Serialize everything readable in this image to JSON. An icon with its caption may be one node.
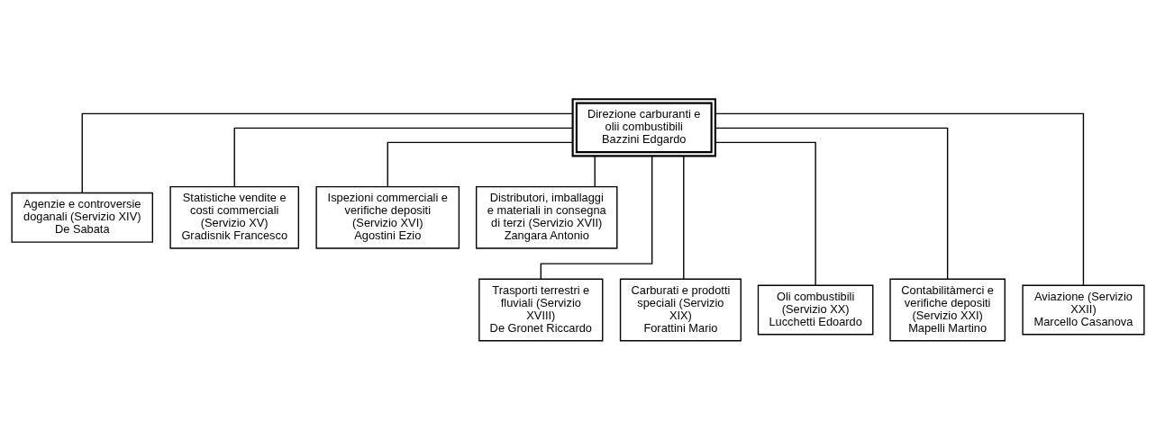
{
  "diagram": {
    "nodes": [
      {
        "text": [
          "Direzione carburanti e olii combustibili",
          "Bazzini Edgardo"
        ]
      },
      {
        "text": [
          "Agenzie e controversie doganali (Servizio XIV)",
          "De Sabata"
        ]
      },
      {
        "text": [
          "Statistiche vendite e costi commerciali (Servizio XV)",
          "Gradisnik Francesco"
        ]
      },
      {
        "text": [
          "Ispezioni commerciali e verifiche depositi (Servizio XVI)",
          "Agostini Ezio"
        ]
      },
      {
        "text": [
          "Distributori, imballaggi e materiali in consegna di terzi (Servizio XVII)",
          "Zangara Antonio"
        ]
      },
      {
        "text": [
          "Trasporti terrestri e fluviali (Servizio XVIII)",
          "De Gronet Riccardo"
        ]
      },
      {
        "text": [
          "Carburati e prodotti speciali (Servizio XIX)",
          "Forattini Mario"
        ]
      },
      {
        "text": [
          "Oli combustibili (Servizio XX)",
          "Lucchetti Edoardo"
        ]
      },
      {
        "text": [
          "Contabilitàmerci e verifiche depositi (Servizio XXI)",
          "Mapelli Martino"
        ]
      },
      {
        "text": [
          "Aviazione (Servizio XXII)",
          "Marcello Casanova"
        ]
      }
    ],
    "edges": [
      {
        "from": 0,
        "to": 1,
        "arrow": "none"
      },
      {
        "from": 0,
        "to": 2,
        "arrow": "none"
      },
      {
        "from": 0,
        "to": 3,
        "arrow": "none"
      },
      {
        "from": 0,
        "to": 4,
        "arrow": "none"
      },
      {
        "from": 0,
        "to": 5,
        "arrow": "none"
      },
      {
        "from": 0,
        "to": 6,
        "arrow": "none"
      },
      {
        "from": 0,
        "to": 7,
        "arrow": "none"
      },
      {
        "from": 0,
        "to": 8,
        "arrow": "none"
      },
      {
        "from": 0,
        "to": 9,
        "arrow": "none"
      }
    ]
  }
}
